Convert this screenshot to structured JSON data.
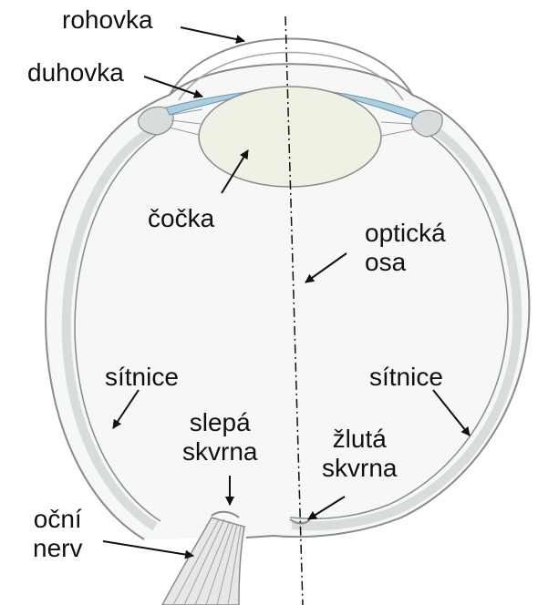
{
  "labels": {
    "rohovka": "rohovka",
    "duhovka": "duhovka",
    "cocka": "čočka",
    "opticka_osa": [
      "optická",
      "osa"
    ],
    "sitnice_left": "sítnice",
    "sitnice_right": "sítnice",
    "slepa_skvrna": [
      "slepá",
      "skvrna"
    ],
    "zluta_skvrna": [
      "žlutá",
      "skvrna"
    ],
    "ocni_nerv": [
      "oční",
      "nerv"
    ]
  },
  "colors": {
    "outline": "#8a8a8a",
    "sclera_band": "#e8eaea",
    "lens_fill": "#eef2e4",
    "iris_fill": "#a9cfe0",
    "ciliary_fill": "#d9dcdc",
    "arrow": "#111111"
  }
}
